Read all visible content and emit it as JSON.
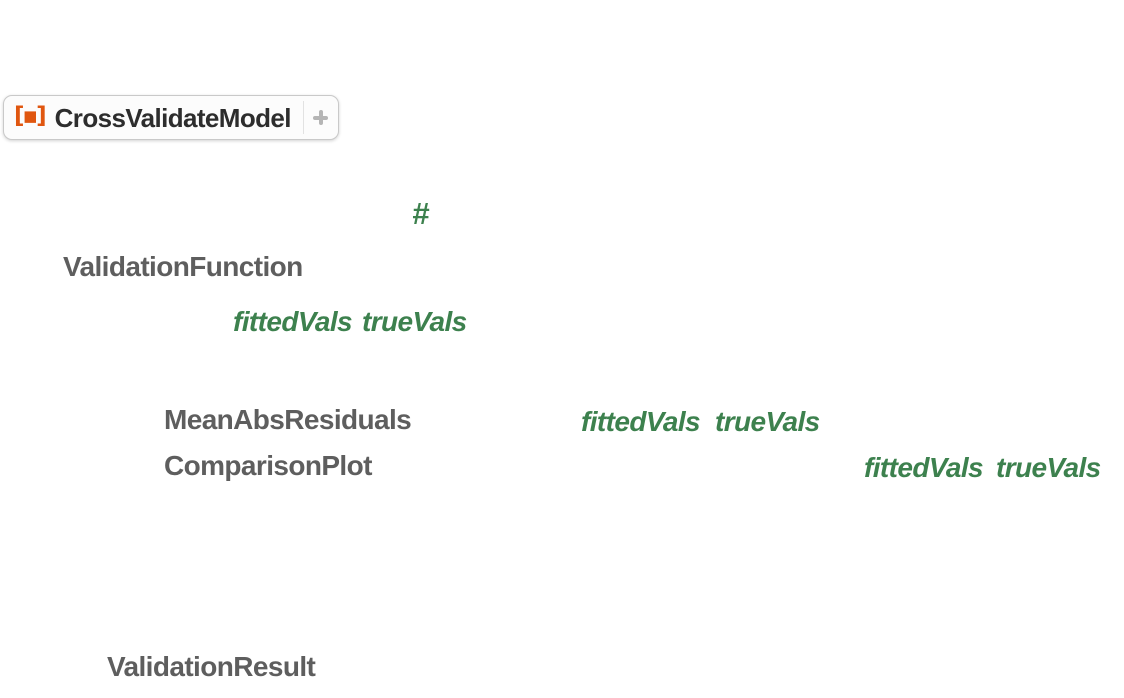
{
  "badge": {
    "label": "CrossValidateModel",
    "icon_glyph": "[▪]",
    "icon_name": "resource-function-icon",
    "plus_icon_name": "insert-plus-icon"
  },
  "code": {
    "slot": "#",
    "validation_function_option": "ValidationFunction",
    "fitted_vals": "fittedVals",
    "true_vals": "trueVals",
    "mean_abs_residuals_key": "MeanAbsResiduals",
    "comparison_plot_key": "ComparisonPlot",
    "validation_result_string": "ValidationResult"
  },
  "colors": {
    "pattern_green": "#3D814E",
    "symbol_gray": "#5E5E5E",
    "badge_text": "#2D2D2D",
    "badge_background": "#FCFCFC",
    "badge_border": "#C9C9C9",
    "accent_orange": "#E0560F",
    "plus_gray": "#B5B5B5",
    "page_background": "#FFFFFF"
  }
}
